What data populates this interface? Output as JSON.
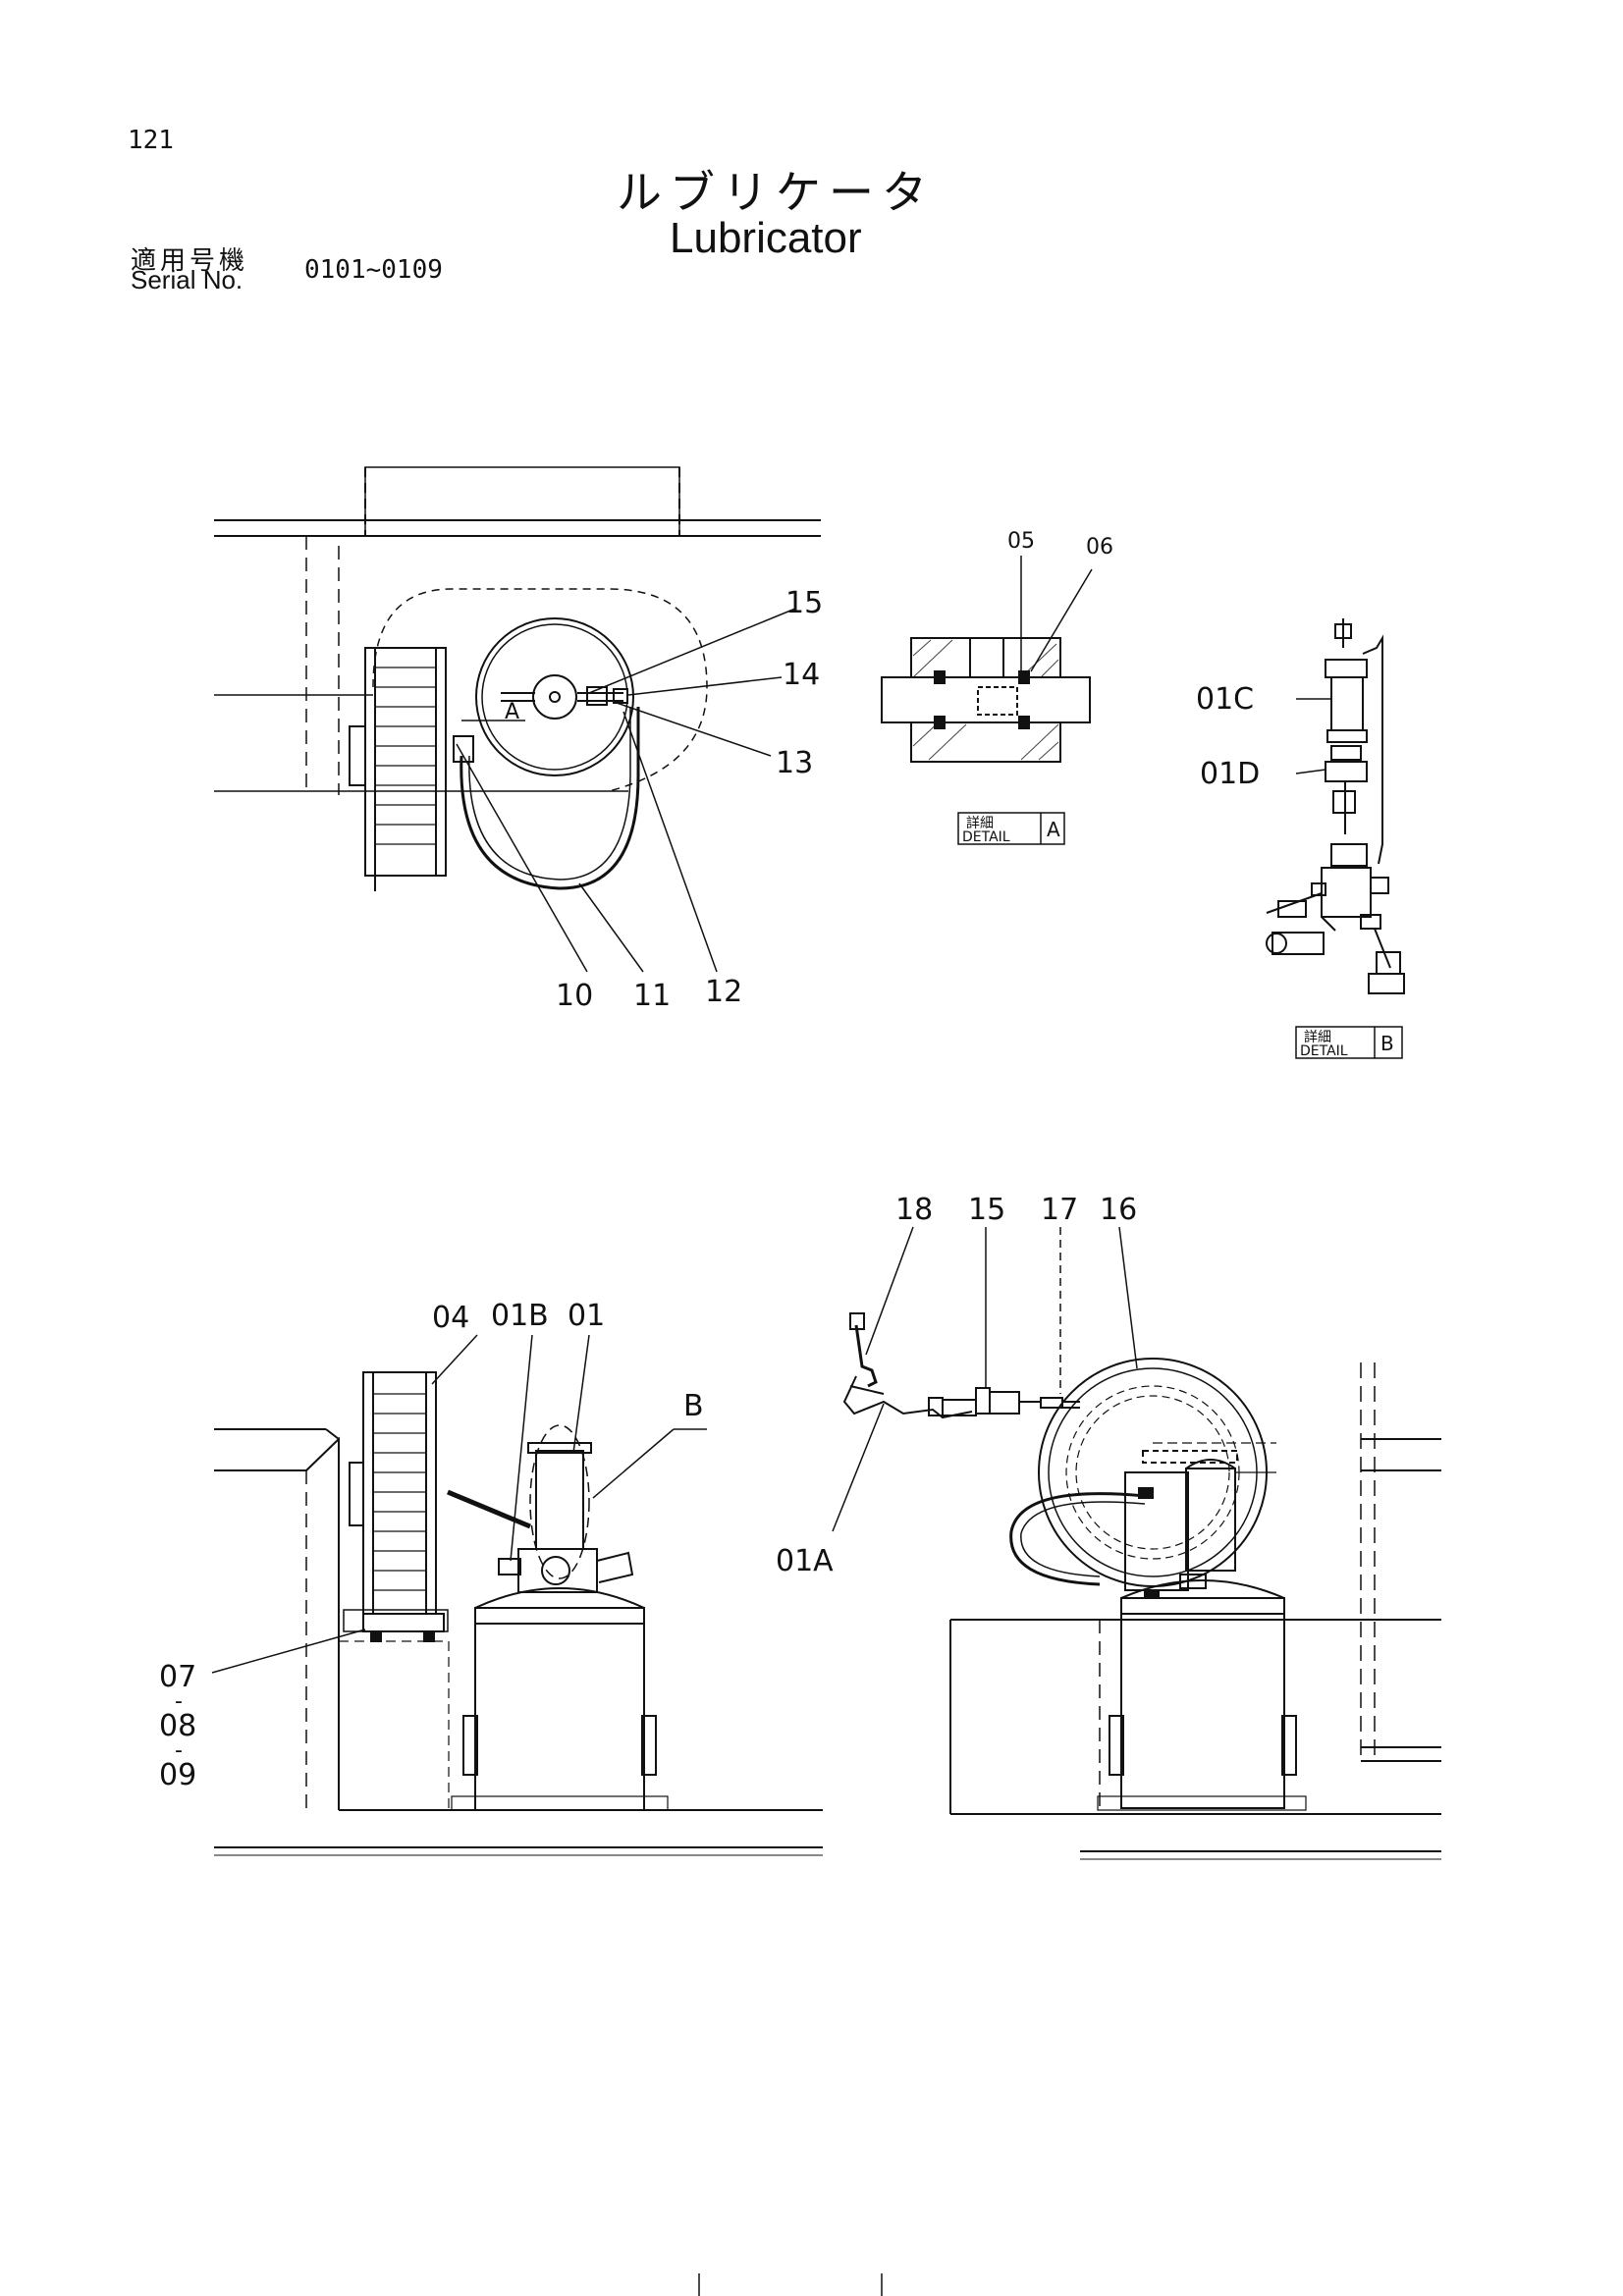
{
  "header": {
    "page_number": "121",
    "title_jp": "ルブリケータ",
    "title_en": "Lubricator",
    "serial_label_jp": "適用号機",
    "serial_label_en": "Serial No.",
    "serial_range": "0101~0109"
  },
  "callouts_top": {
    "c15": "15",
    "c14": "14",
    "c13": "13",
    "c10": "10",
    "c11": "11",
    "c12": "12",
    "a_mark": "A"
  },
  "detail_a": {
    "c05": "05",
    "c06": "06",
    "detail_jp": "詳細",
    "detail_en": "DETAIL",
    "letter": "A"
  },
  "detail_b": {
    "c01c": "01C",
    "c01d": "01D",
    "detail_jp": "詳細",
    "detail_en": "DETAIL",
    "letter": "B"
  },
  "callouts_bottom_left": {
    "c04": "04",
    "c01b": "01B",
    "c01": "01",
    "cB": "B",
    "c07": "07",
    "dash1": "-",
    "c08": "08",
    "dash2": "-",
    "c09": "09"
  },
  "callouts_bottom_right": {
    "c18": "18",
    "c15": "15",
    "c17": "17",
    "c16": "16",
    "c01a": "01A"
  }
}
